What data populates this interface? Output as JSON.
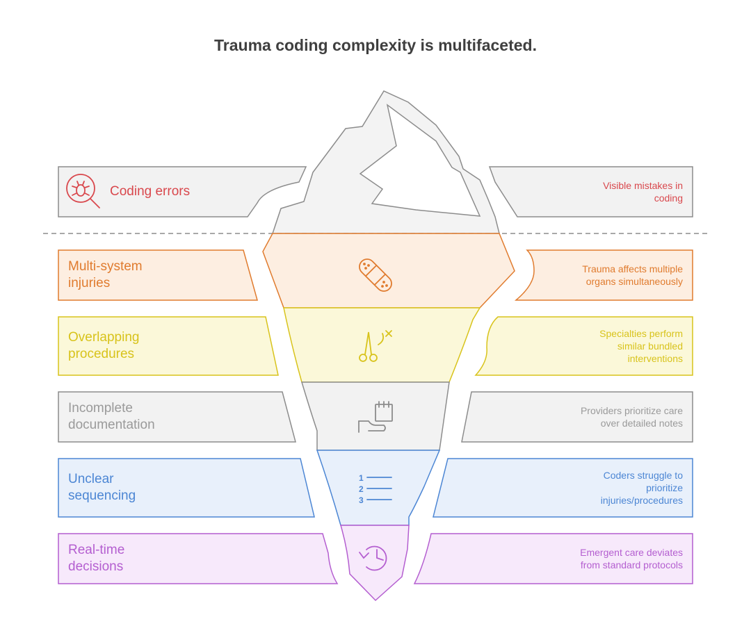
{
  "title": "Trauma coding complexity is multifaceted.",
  "colors": {
    "error": "#d9484d",
    "injury": "#e07b2e",
    "overlap": "#d8c31b",
    "incomplete": "#9a9a9a",
    "unclear": "#4c86d4",
    "realtime": "#b45ed0"
  },
  "layers": [
    {
      "id": "coding-errors",
      "label_lines": [
        "Coding errors"
      ],
      "description_lines": [
        "Visible mistakes in",
        "coding"
      ],
      "icon": "bug-magnifier-icon",
      "color": "#d9484d"
    },
    {
      "id": "multi-system-injuries",
      "label_lines": [
        "Multi-system",
        "injuries"
      ],
      "description_lines": [
        "Trauma affects multiple",
        "organs simultaneously"
      ],
      "icon": "bandage-icon",
      "color": "#e07b2e"
    },
    {
      "id": "overlapping-procedures",
      "label_lines": [
        "Overlapping",
        "procedures"
      ],
      "description_lines": [
        "Specialties perform",
        "similar bundled",
        "interventions"
      ],
      "icon": "surgical-scissors-icon",
      "color": "#d8c31b"
    },
    {
      "id": "incomplete-documentation",
      "label_lines": [
        "Incomplete",
        "documentation"
      ],
      "description_lines": [
        "Providers prioritize care",
        "over detailed notes"
      ],
      "icon": "notepad-hand-icon",
      "color": "#9a9a9a"
    },
    {
      "id": "unclear-sequencing",
      "label_lines": [
        "Unclear",
        "sequencing"
      ],
      "description_lines": [
        "Coders struggle to",
        "prioritize",
        "injuries/procedures"
      ],
      "icon": "numbered-list-icon",
      "icon_numbers": [
        "1",
        "2",
        "3"
      ],
      "color": "#4c86d4"
    },
    {
      "id": "real-time-decisions",
      "label_lines": [
        "Real-time",
        "decisions"
      ],
      "description_lines": [
        "Emergent care deviates",
        "from standard protocols"
      ],
      "icon": "history-clock-icon",
      "color": "#b45ed0"
    }
  ]
}
